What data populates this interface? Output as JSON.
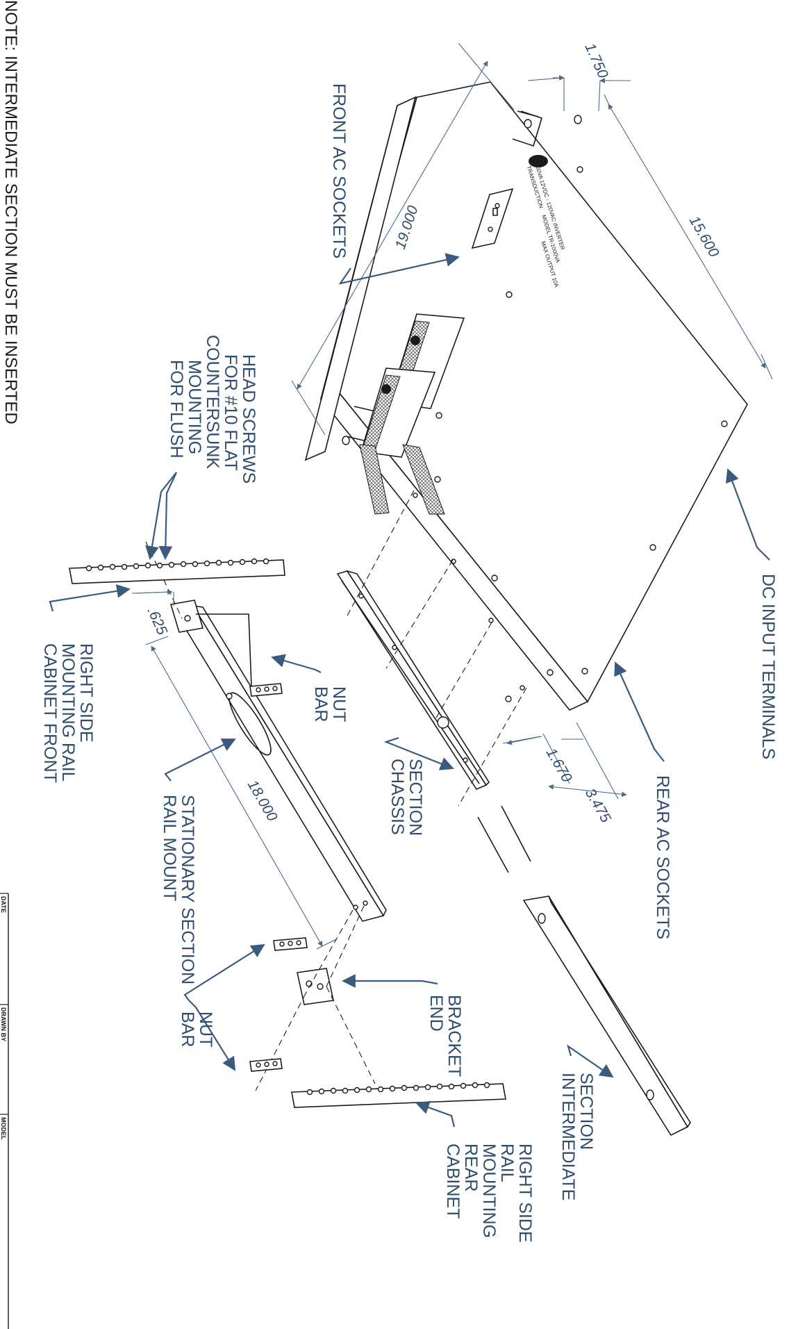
{
  "labels": {
    "front_ac_sockets": "FRONT AC SOCKETS",
    "dc_input_terminals": "DC INPUT TERMINALS",
    "rear_ac_sockets": "REAR AC SOCKETS",
    "chassis_section": [
      "CHASSIS",
      "SECTION"
    ],
    "intermediate_section": [
      "INTERMEDIATE",
      "SECTION"
    ],
    "end_bracket": [
      "END",
      "BRACKET"
    ],
    "bar_nut_top": [
      "BAR",
      "NUT"
    ],
    "bar_nut_bottom": [
      "BAR",
      "NUT"
    ],
    "rail_mount": [
      "RAIL MOUNT",
      "STATIONARY SECTION"
    ],
    "cabinet_front_rail": [
      "CABINET FRONT",
      "MOUNTING RAIL",
      "RIGHT SIDE"
    ],
    "cabinet_rear_rail": [
      "CABINET",
      "REAR",
      "MOUNTING",
      "RAIL",
      "RIGHT SIDE"
    ],
    "flush_mounting": [
      "FOR FLUSH",
      "MOUNTING",
      "COUNTERSUNK",
      "FOR #10 FLAT",
      "HEAD SCREWS"
    ]
  },
  "dimensions": {
    "width_19": "19.000",
    "depth": "15.600",
    "height": "1.750",
    "rail_1670": "1.670",
    "rail_3475": "3.475",
    "offset_625": ".625",
    "length_18": "18.000"
  },
  "note": "NOTE: INTERMEDIATE SECTION MUST BE INSERTED",
  "panel": {
    "title": "500VA 12VDC - 120VAC INVERTER",
    "brand": "TRANSDUCTION",
    "model": "MODEL TR-1000VA",
    "output": "MAX OUTPUT 10A"
  },
  "title_block": {
    "date": "DATE",
    "drawn_by": "DRAWN BY",
    "model": "MODEL"
  },
  "colors": {
    "label": "#2f4d6f",
    "leader": "#3a5a7e",
    "ink": "#1a1a1a"
  }
}
